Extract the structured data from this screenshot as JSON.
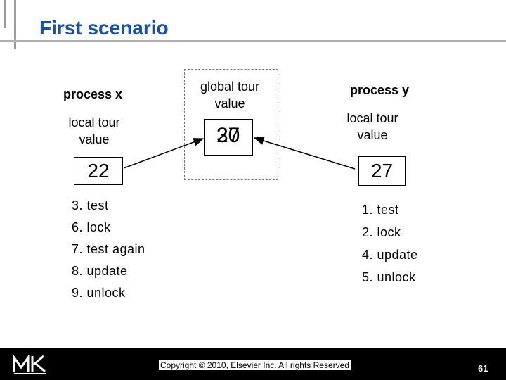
{
  "slide": {
    "title": "First scenario",
    "page_number": "61",
    "copyright": "Copyright © 2010, Elsevier Inc. All rights Reserved"
  },
  "process_x": {
    "name": "process x",
    "local_label": "local tour value",
    "local_value": "22",
    "steps": [
      "3. test",
      "6. lock",
      "7. test again",
      "8. update",
      "9. unlock"
    ]
  },
  "global": {
    "label": "global tour value",
    "value_old": "30",
    "value_new": "27"
  },
  "process_y": {
    "name": "process y",
    "local_label": "local tour value",
    "local_value": "27",
    "steps": [
      "1. test",
      "2. lock",
      "4. update",
      "5. unlock"
    ]
  },
  "colors": {
    "title": "#1a4fa6",
    "footer": "#000000",
    "text": "#000000"
  }
}
